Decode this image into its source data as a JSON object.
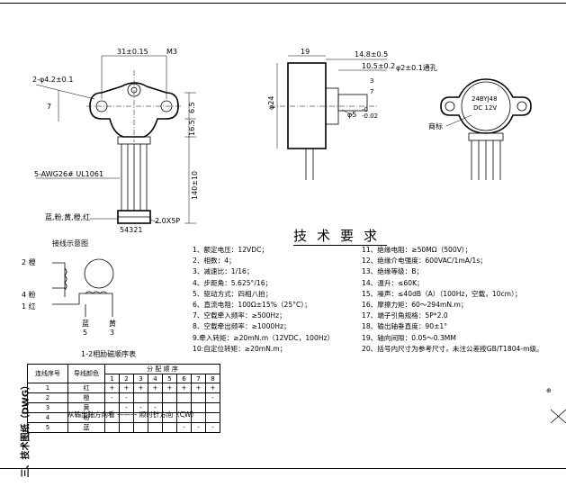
{
  "front_view": {
    "dim_width": "31±0.15",
    "dim_screw": "M3",
    "dim_holes": "2-φ4.2±0.1",
    "dim_7": "7",
    "dim_65": "6.5",
    "dim_165": "16.5",
    "dim_140": "140±10",
    "wire_spec": "5-AWG26# UL1061",
    "wire_colors": "蓝,粉,黄,橙,红",
    "connector": "2.0X5P",
    "pin_numbers": "54321"
  },
  "side_view": {
    "dim_19": "19",
    "dim_148": "14.8±0.5",
    "dim_105": "10.5±0.2",
    "dim_shaft_hole": "φ2±0.1通孔",
    "dim_24": "φ24",
    "dim_shaft": "φ5",
    "shaft_tol_upper": "-0",
    "shaft_tol_lower": "-0.02",
    "dim_3": "3",
    "dim_7": "7"
  },
  "label_view": {
    "label_line1": "24BYJ48",
    "label_line2": "DC 12V",
    "label_text": "商标"
  },
  "wiring": {
    "title": "接线示意图",
    "labels": [
      "2 橙",
      "4 粉",
      "1 红",
      "蓝",
      "5",
      "黄",
      "3"
    ]
  },
  "specs": {
    "title": "技术要求",
    "left": [
      "1、额定电压：12VDC；",
      "2、相数：4；",
      "3、减速比：1/16；",
      "4、步距角：5.625°/16；",
      "5、驱动方式：四相八拍；",
      "6、直流电阻：100Ω±15%（25°C）；",
      "7、空载牵入频率：≥500Hz；",
      "8、空载牵出频率：≥1000Hz；",
      "9.牵入转矩：≥20mN.m（12VDC，100Hz）",
      "10:自定位转矩：≥20mN.m；"
    ],
    "right": [
      "11、绝缘电阻：≥50MΩ（500V）；",
      "12、绝缘介电强度：600VAC/1mA/1s；",
      "13、绝缘等级：B；",
      "14、温升：≤60K；",
      "15、噪声：≤40dB（A）（100Hz，空载，10cm）；",
      "16、摩擦力矩：60～294mN.m；",
      "17、端子引角规格：5P*2.0",
      "18、输出轴垂直度：90±1°",
      "19、轴向间隙：0.05～0.3MM",
      "20、括号内尺寸为参考尺寸，未注公差按GB/T1804-m级。"
    ]
  },
  "sequence": {
    "title": "1-2相励磁顺序表",
    "header_col1": "连线序号",
    "header_col2": "导线颜色",
    "header_group": "分 配 顺 序",
    "steps": [
      "1",
      "2",
      "3",
      "4",
      "5",
      "6",
      "7",
      "8"
    ],
    "rows": [
      {
        "no": "1",
        "color": "红",
        "cells": [
          "+",
          "+",
          "+",
          "+",
          "+",
          "+",
          "+",
          "+"
        ]
      },
      {
        "no": "2",
        "color": "橙",
        "cells": [
          "-",
          "-",
          "",
          "",
          "",
          "",
          "",
          "-"
        ]
      },
      {
        "no": "3",
        "color": "黄",
        "cells": [
          "",
          "-",
          "-",
          "-",
          "",
          "",
          "",
          ""
        ]
      },
      {
        "no": "4",
        "color": "粉",
        "cells": [
          "",
          "",
          "",
          "-",
          "-",
          "-",
          "",
          ""
        ]
      },
      {
        "no": "5",
        "color": "蓝",
        "cells": [
          "",
          "",
          "",
          "",
          "",
          "-",
          "-",
          "-"
        ]
      }
    ],
    "caption": "从输出轴方向看 ——— 顺时针方向（CW）"
  },
  "side_title": "三、技术图纸（DWG）",
  "edge_glyphs": [
    "⊕"
  ]
}
